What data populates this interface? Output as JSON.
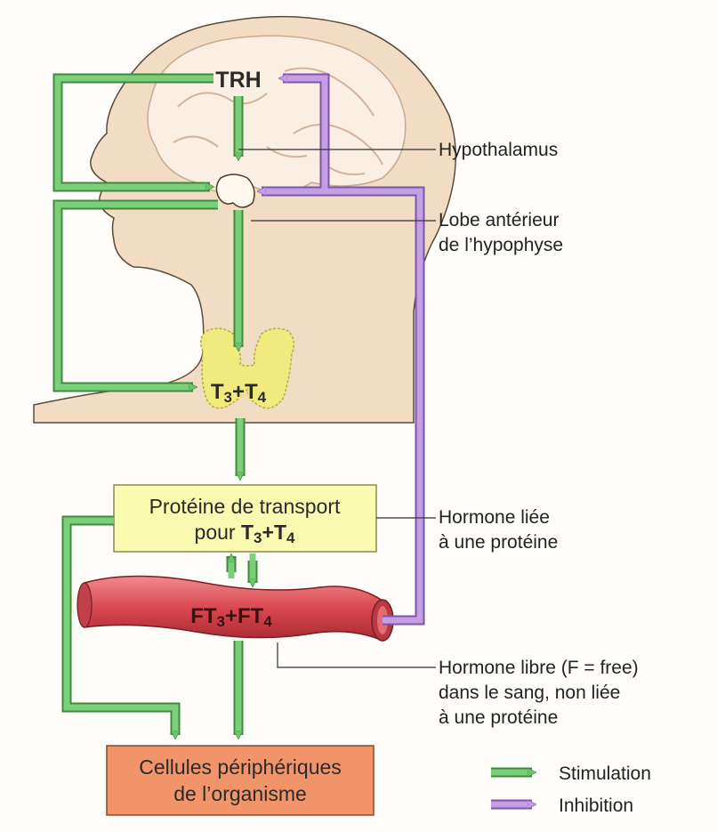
{
  "labels": {
    "trh": "TRH",
    "hypothalamus": "Hypothalamus",
    "lobe_line1": "Lobe antérieur",
    "lobe_line2": "de l’hypophyse",
    "t3t4": {
      "t": "T",
      "s3": "3",
      "plus": "+",
      "t2": "T",
      "s4": "4"
    },
    "transport_line1": "Protéine de transport",
    "transport_pour": "pour ",
    "transport_t": "T",
    "transport_s3": "3",
    "transport_plus": "+",
    "transport_t2": "T",
    "transport_s4": "4",
    "ft": {
      "ft1": "FT",
      "s3": "3",
      "plus": "+",
      "ft2": "FT",
      "s4": "4"
    },
    "bound_line1": "Hormone liée",
    "bound_line2": "à une protéine",
    "free_line1": "Hormone libre (F = free)",
    "free_line2": "dans le sang, non liée",
    "free_line3": "à une protéine",
    "cells_line1": "Cellules périphériques",
    "cells_line2": "de l’organisme"
  },
  "legend": {
    "stimulation": "Stimulation",
    "inhibition": "Inhibition"
  },
  "colors": {
    "stimulation": "#7ccf7a",
    "inhibition": "#c59ee6",
    "skin": "#f2dcc4",
    "thyroid": "#f1ea7e",
    "transport_box": "#fafab0",
    "vessel": "#d9474f",
    "cells_box": "#f2946a"
  }
}
